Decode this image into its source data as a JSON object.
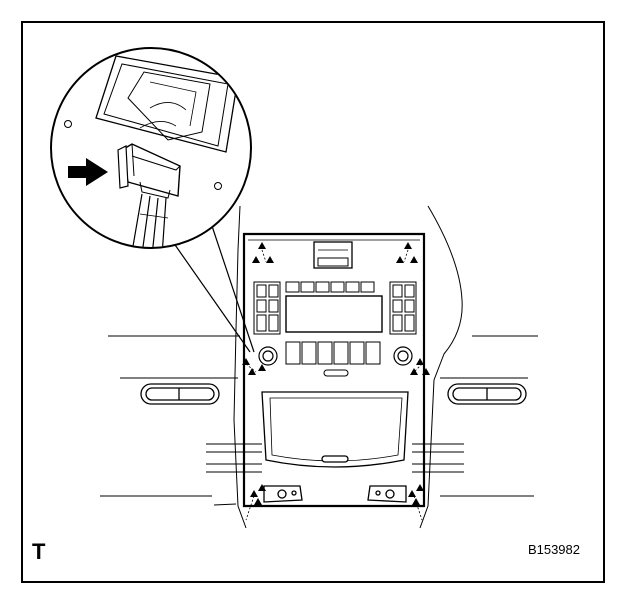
{
  "corner_letter": "T",
  "figure_code": "B153982",
  "colors": {
    "line": "#000000",
    "paper": "#ffffff"
  },
  "icons": [
    "arrow-right-icon",
    "triangle-marker-icon",
    "connector-detail-callout"
  ]
}
